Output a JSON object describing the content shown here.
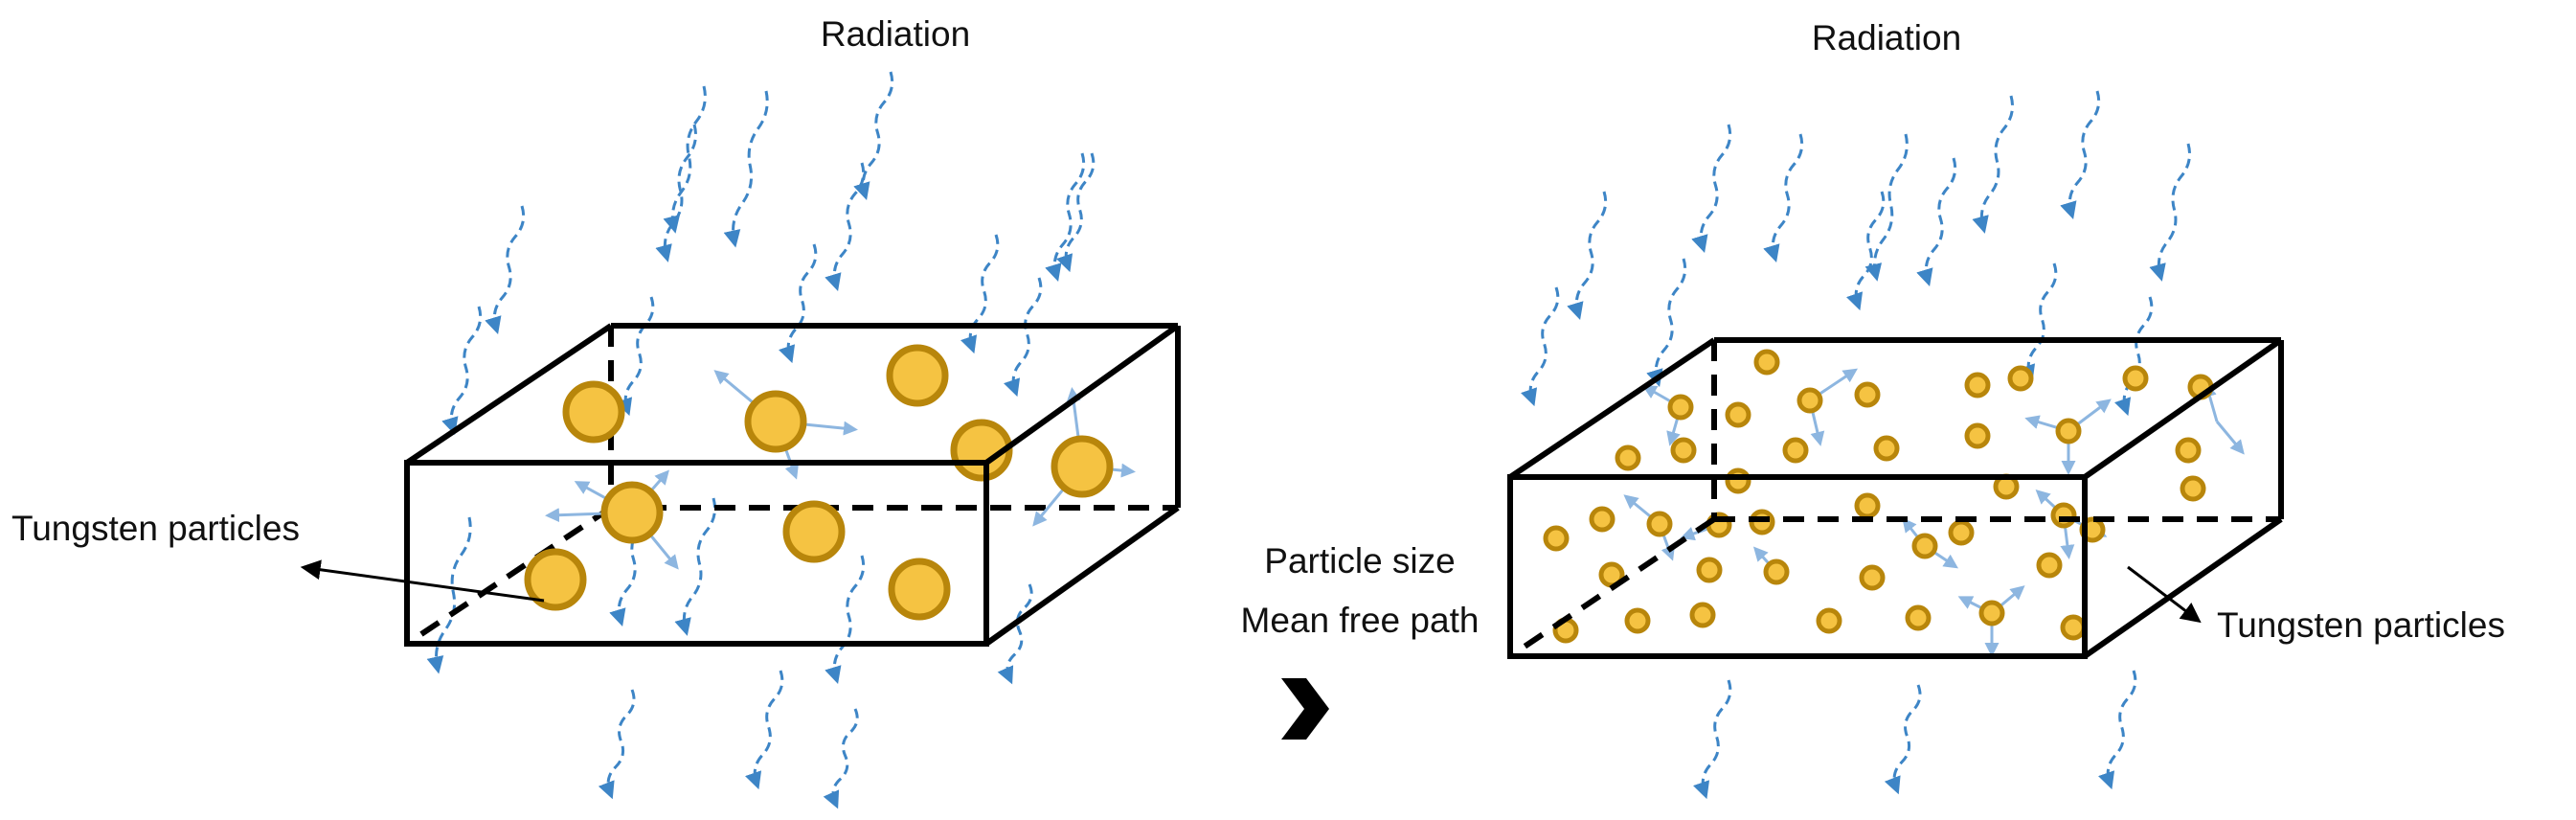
{
  "left_panel": {
    "radiation_label": "Radiation",
    "particle_label": "Tungsten particles"
  },
  "center": {
    "line1": "Particle size",
    "line2": "Mean free path",
    "arrow_icon": "chevron-right-icon"
  },
  "right_panel": {
    "radiation_label": "Radiation",
    "particle_label": "Tungsten particles"
  },
  "colors": {
    "particle_fill": "#F5C342",
    "particle_stroke": "#B8860B",
    "radiation": "#3D85C6",
    "scatter": "#8DB6E0",
    "box": "#000000"
  }
}
